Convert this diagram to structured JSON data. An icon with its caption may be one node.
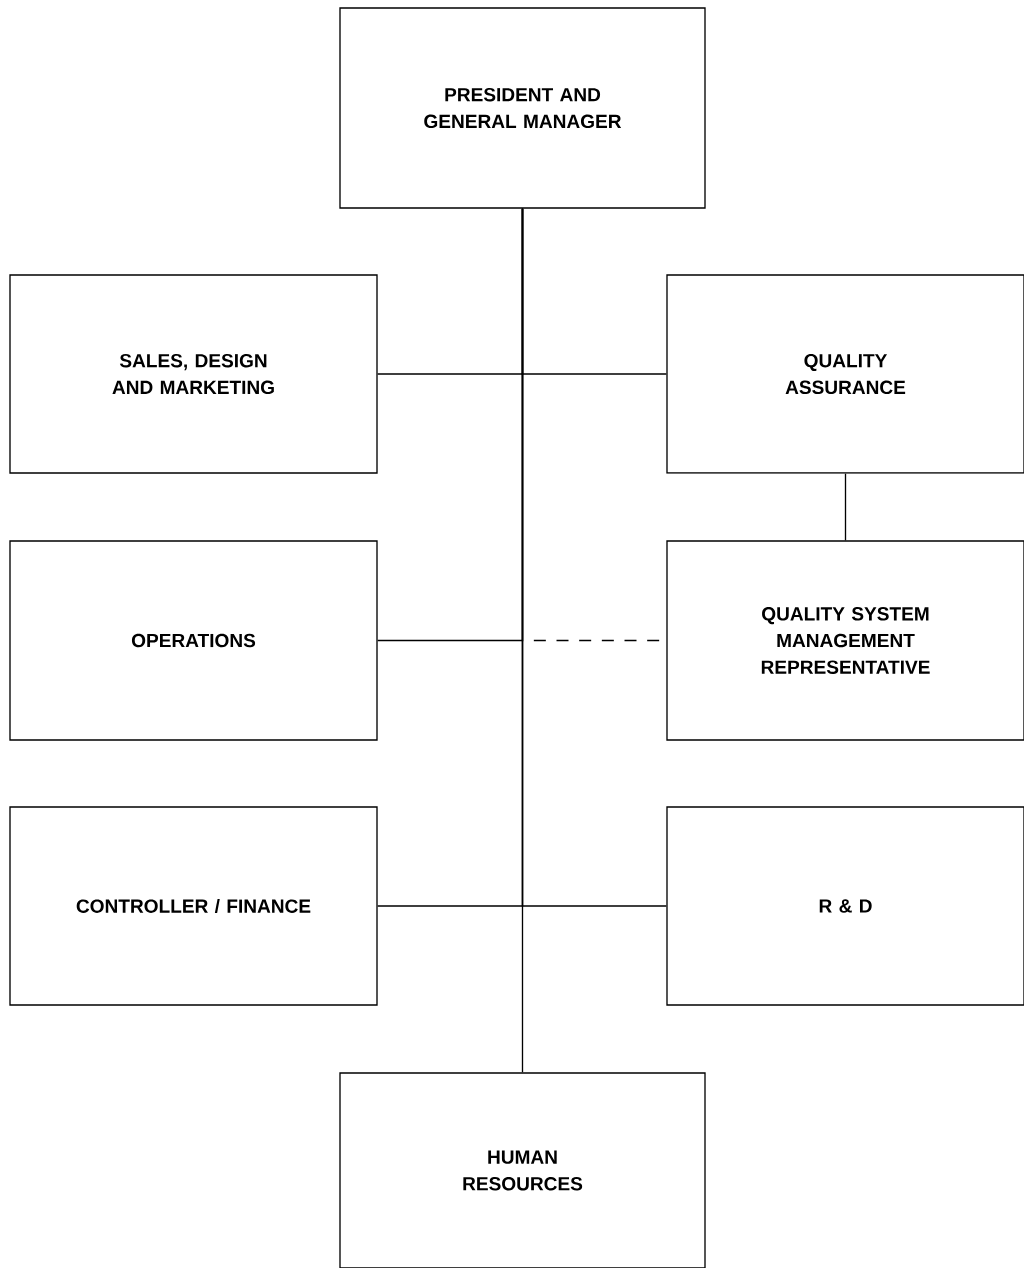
{
  "diagram": {
    "nodes": [
      {
        "text": [
          "PRESIDENT AND GENERAL MANAGER"
        ]
      },
      {
        "text": [
          "SALES, DESIGN AND MARKETING"
        ]
      },
      {
        "text": [
          "QUALITY ASSURANCE"
        ]
      },
      {
        "text": [
          "OPERATIONS"
        ]
      },
      {
        "text": [
          "QUALITY SYSTEM MANAGEMENT REPRESENTATIVE"
        ]
      },
      {
        "text": [
          "CONTROLLER / FINANCE"
        ]
      },
      {
        "text": [
          "R & D"
        ]
      },
      {
        "text": [
          "HUMAN RESOURCES"
        ]
      }
    ],
    "edges": [
      {
        "from": 0,
        "to": 1,
        "arrow": "none"
      },
      {
        "from": 0,
        "to": 2,
        "arrow": "none"
      },
      {
        "from": 0,
        "to": 3,
        "arrow": "none"
      },
      {
        "from": 0,
        "to": 4,
        "arrow": "none",
        "style": "dashed"
      },
      {
        "from": 2,
        "to": 4,
        "arrow": "none"
      },
      {
        "from": 0,
        "to": 5,
        "arrow": "none"
      },
      {
        "from": 0,
        "to": 6,
        "arrow": "none"
      },
      {
        "from": 0,
        "to": 7,
        "arrow": "none"
      }
    ]
  }
}
